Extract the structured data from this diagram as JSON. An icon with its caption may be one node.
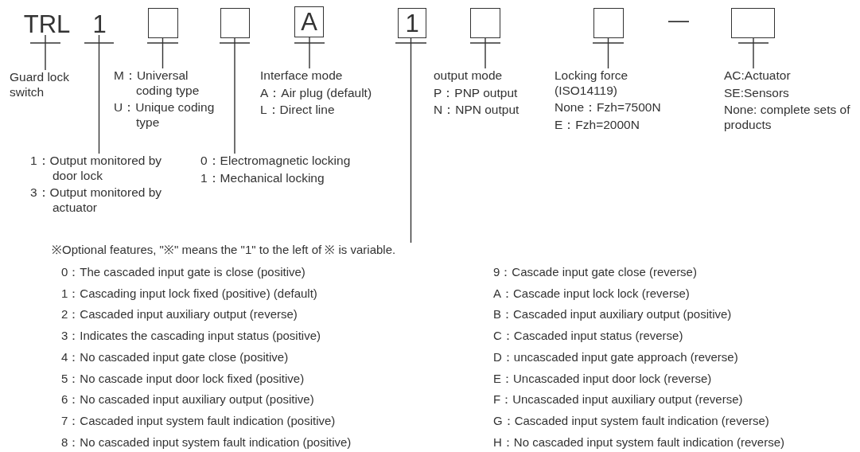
{
  "diagram": {
    "nodes": [
      {
        "text": [
          "TRL"
        ]
      },
      {
        "text": [
          "1"
        ]
      },
      {
        "text": [],
        "shape": "box"
      },
      {
        "text": [],
        "shape": "box"
      },
      {
        "text": [
          "A"
        ]
      },
      {
        "text": [
          "1"
        ]
      },
      {
        "text": [],
        "shape": "box"
      },
      {
        "text": [],
        "shape": "box"
      },
      {
        "text": [],
        "shape": "box"
      },
      {
        "text": [
          "Guard lock switch"
        ]
      },
      {
        "text": [
          "1：Output monitored by door lock",
          "3：Output monitored by actuator"
        ]
      },
      {
        "text": [
          "M：Universal coding type",
          "U：Unique coding type"
        ]
      },
      {
        "text": [
          "0：Electromagnetic locking",
          "1：Mechanical locking"
        ]
      },
      {
        "text": [
          "Interface mode",
          "A：Air plug (default)",
          "L：Direct line"
        ]
      },
      {
        "text": [
          "※Optional features, \"※\" means the \"1\" to the left of ※ is variable.",
          "0：The cascaded input gate is close (positive)",
          "1：Cascading input lock fixed (positive) (default)",
          "2：Cascaded input auxiliary output (reverse)",
          "3：Indicates the cascading input status (positive)",
          "4：No cascaded input gate close (positive)",
          "5：No cascade input door lock fixed (positive)",
          "6：No cascaded input auxiliary output (positive)",
          "7：Cascaded input system fault indication (positive)",
          "8：No cascaded input system fault indication (positive)",
          "9：Cascade input gate close (reverse)",
          "A：Cascade input lock lock (reverse)",
          "B：Cascaded input auxiliary output (positive)",
          "C：Cascaded input status (reverse)",
          "D：uncascaded input gate approach (reverse)",
          "E：Uncascaded input door lock (reverse)",
          "F：Uncascaded input auxiliary output (reverse)",
          "G：Cascaded input system fault indication (reverse)",
          "H：No cascaded input system fault indication (reverse)"
        ]
      },
      {
        "text": [
          "output mode",
          "P：PNP output",
          "N：NPN output"
        ]
      },
      {
        "text": [
          "Locking force (ISO14119)",
          "None：Fzh=7500N",
          "E：Fzh=2000N"
        ]
      },
      {
        "text": [
          "AC:Actuator",
          "SE:Sensors",
          "None: complete sets of products"
        ]
      }
    ],
    "edges": [
      {
        "from": 0,
        "to": 9,
        "arrow": "none"
      },
      {
        "from": 1,
        "to": 10,
        "arrow": "none"
      },
      {
        "from": 2,
        "to": 11,
        "arrow": "none"
      },
      {
        "from": 3,
        "to": 12,
        "arrow": "none"
      },
      {
        "from": 4,
        "to": 13,
        "arrow": "none"
      },
      {
        "from": 5,
        "to": 14,
        "arrow": "none"
      },
      {
        "from": 6,
        "to": 15,
        "arrow": "none"
      },
      {
        "from": 7,
        "to": 16,
        "arrow": "none"
      },
      {
        "from": 8,
        "to": 17,
        "arrow": "none"
      }
    ],
    "labels": [
      "—"
    ]
  }
}
